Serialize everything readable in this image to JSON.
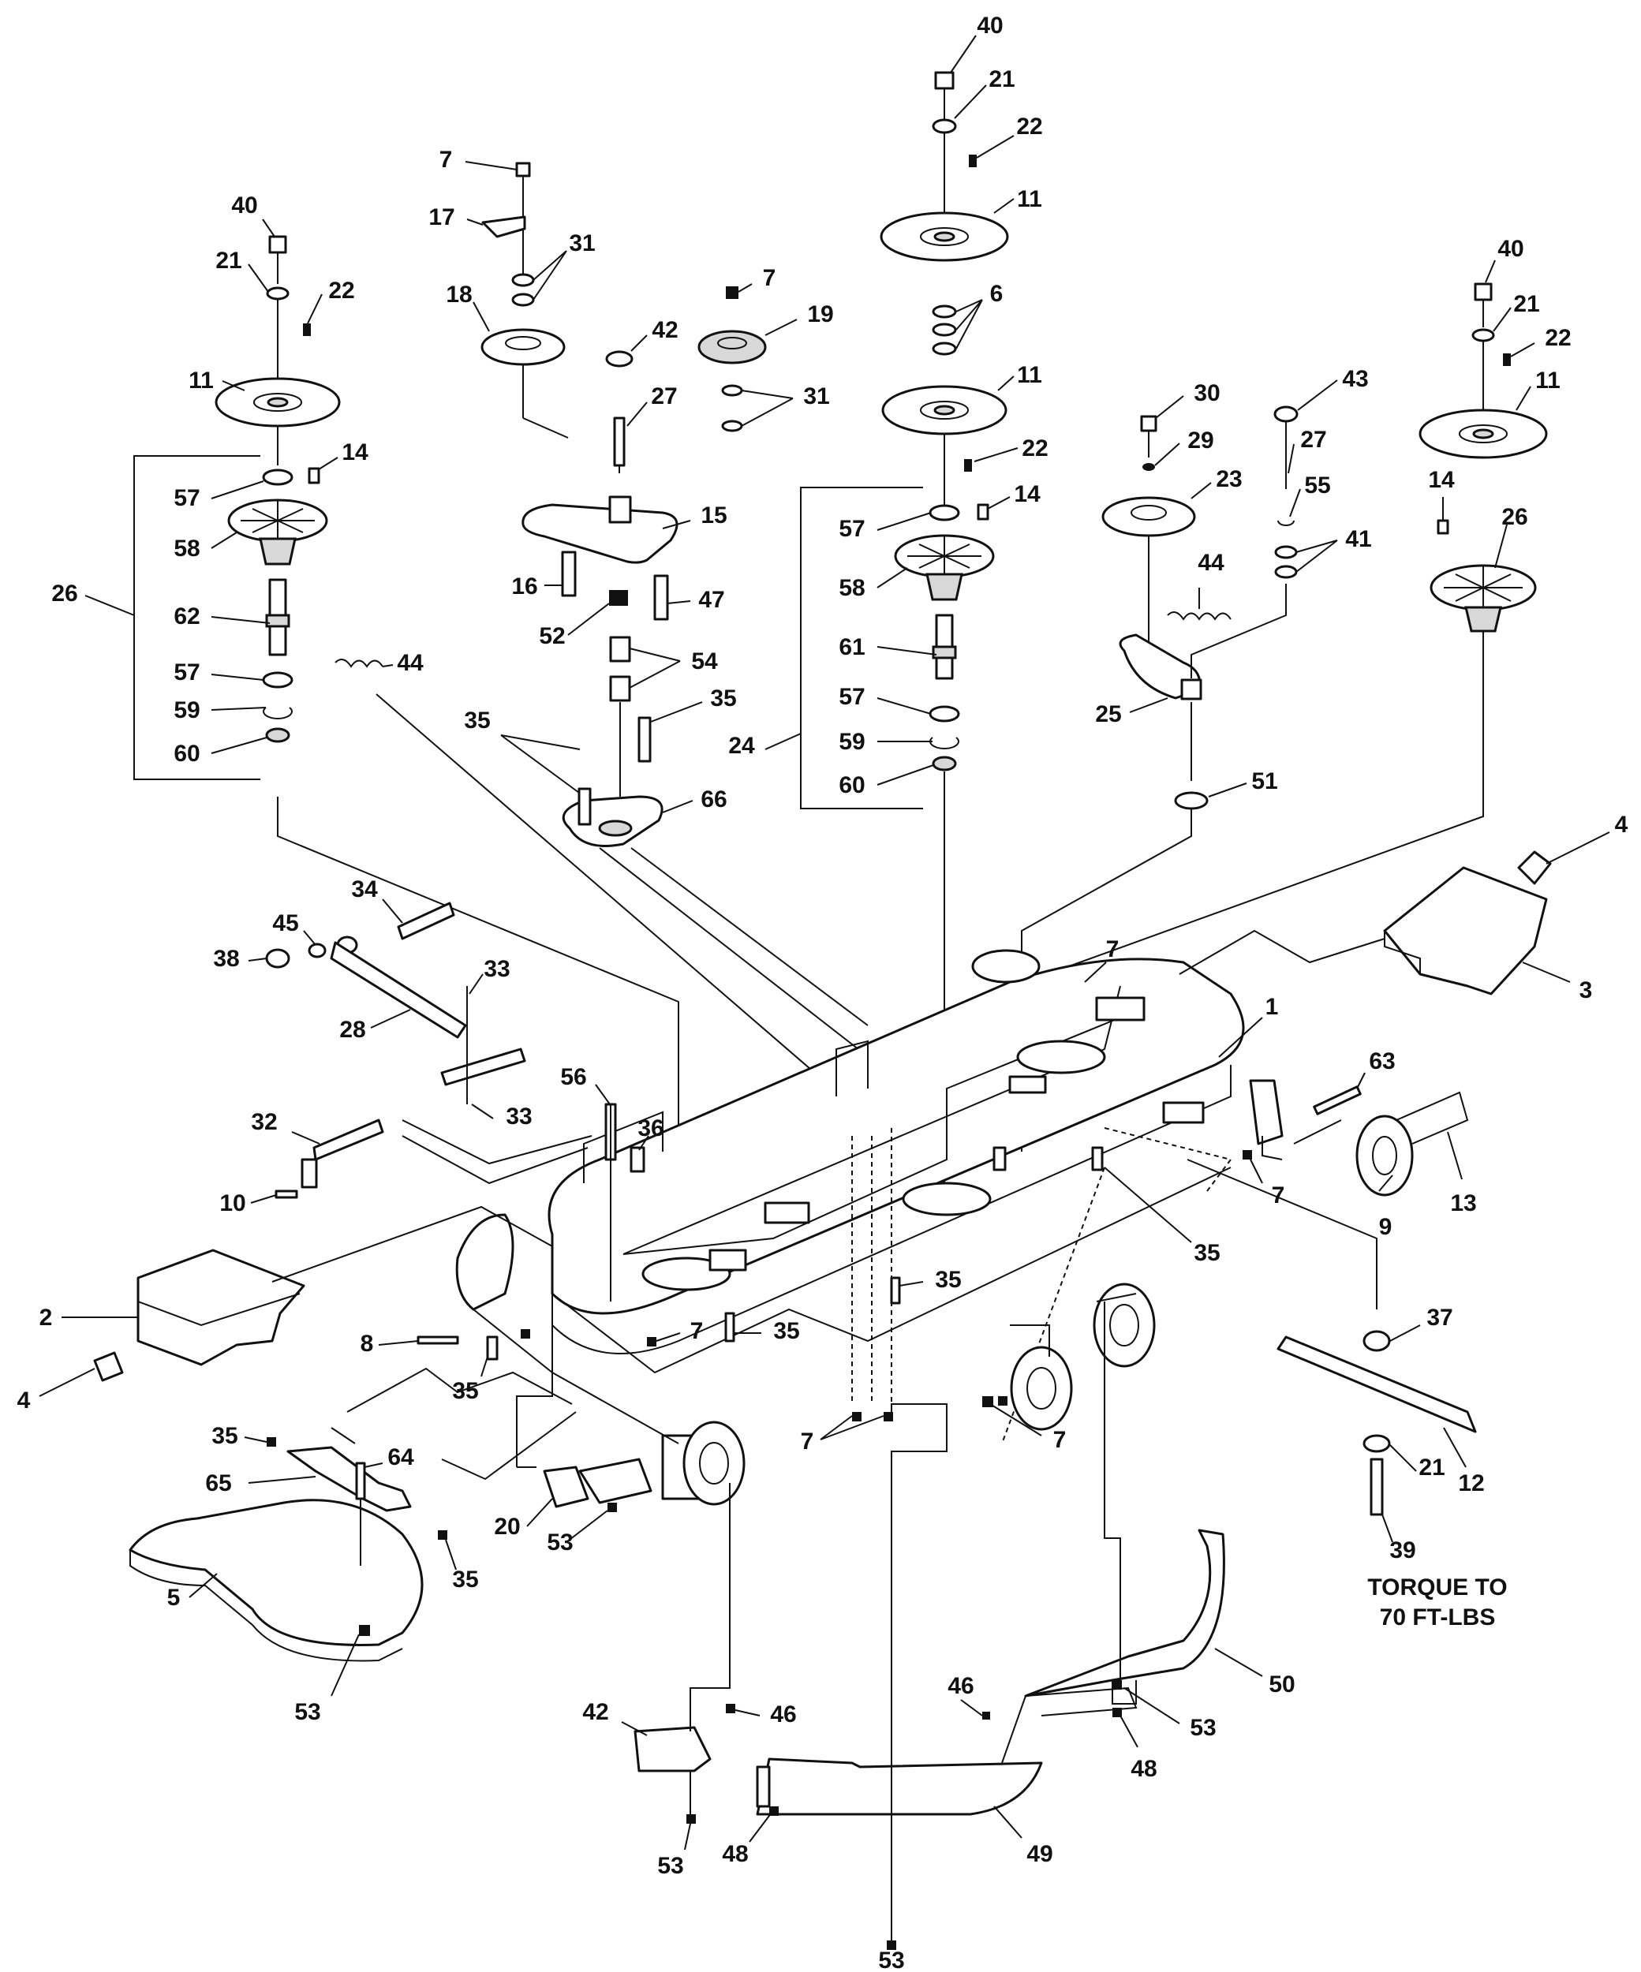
{
  "note": {
    "line1": "TORQUE TO",
    "line2": "70 FT-LBS"
  },
  "callouts": [
    {
      "id": "c40a",
      "text": "40"
    },
    {
      "id": "c21a",
      "text": "21"
    },
    {
      "id": "c22a",
      "text": "22"
    },
    {
      "id": "c11a",
      "text": "11"
    },
    {
      "id": "c6",
      "text": "6"
    },
    {
      "id": "c11b",
      "text": "11"
    },
    {
      "id": "c22b",
      "text": "22"
    },
    {
      "id": "c14a",
      "text": "14"
    },
    {
      "id": "c57a",
      "text": "57"
    },
    {
      "id": "c58a",
      "text": "58"
    },
    {
      "id": "c61",
      "text": "61"
    },
    {
      "id": "c57b",
      "text": "57"
    },
    {
      "id": "c59a",
      "text": "59"
    },
    {
      "id": "c60a",
      "text": "60"
    },
    {
      "id": "c24",
      "text": "24"
    },
    {
      "id": "c7a",
      "text": "7"
    },
    {
      "id": "c17",
      "text": "17"
    },
    {
      "id": "c31a",
      "text": "31"
    },
    {
      "id": "c18",
      "text": "18"
    },
    {
      "id": "c7b",
      "text": "7"
    },
    {
      "id": "c19",
      "text": "19"
    },
    {
      "id": "c42a",
      "text": "42"
    },
    {
      "id": "c31b",
      "text": "31"
    },
    {
      "id": "c27a",
      "text": "27"
    },
    {
      "id": "c15",
      "text": "15"
    },
    {
      "id": "c16",
      "text": "16"
    },
    {
      "id": "c47",
      "text": "47"
    },
    {
      "id": "c52",
      "text": "52"
    },
    {
      "id": "c54",
      "text": "54"
    },
    {
      "id": "c44a",
      "text": "44"
    },
    {
      "id": "c35a",
      "text": "35"
    },
    {
      "id": "c35b",
      "text": "35"
    },
    {
      "id": "c66",
      "text": "66"
    },
    {
      "id": "c40b",
      "text": "40"
    },
    {
      "id": "c21b",
      "text": "21"
    },
    {
      "id": "c22c",
      "text": "22"
    },
    {
      "id": "c11c",
      "text": "11"
    },
    {
      "id": "c57c",
      "text": "57"
    },
    {
      "id": "c14b",
      "text": "14"
    },
    {
      "id": "c58b",
      "text": "58"
    },
    {
      "id": "c26a",
      "text": "26"
    },
    {
      "id": "c62",
      "text": "62"
    },
    {
      "id": "c57d",
      "text": "57"
    },
    {
      "id": "c59b",
      "text": "59"
    },
    {
      "id": "c60b",
      "text": "60"
    },
    {
      "id": "c30",
      "text": "30"
    },
    {
      "id": "c29",
      "text": "29"
    },
    {
      "id": "c23",
      "text": "23"
    },
    {
      "id": "c43",
      "text": "43"
    },
    {
      "id": "c27b",
      "text": "27"
    },
    {
      "id": "c55",
      "text": "55"
    },
    {
      "id": "c41",
      "text": "41"
    },
    {
      "id": "c44b",
      "text": "44"
    },
    {
      "id": "c25",
      "text": "25"
    },
    {
      "id": "c51",
      "text": "51"
    },
    {
      "id": "c40c",
      "text": "40"
    },
    {
      "id": "c21c",
      "text": "21"
    },
    {
      "id": "c22d",
      "text": "22"
    },
    {
      "id": "c11d",
      "text": "11"
    },
    {
      "id": "c14c",
      "text": "14"
    },
    {
      "id": "c26b",
      "text": "26"
    },
    {
      "id": "c4a",
      "text": "4"
    },
    {
      "id": "c3",
      "text": "3"
    },
    {
      "id": "c7c",
      "text": "7"
    },
    {
      "id": "c1",
      "text": "1"
    },
    {
      "id": "c63",
      "text": "63"
    },
    {
      "id": "c7d",
      "text": "7"
    },
    {
      "id": "c9",
      "text": "9"
    },
    {
      "id": "c13",
      "text": "13"
    },
    {
      "id": "c35c",
      "text": "35"
    },
    {
      "id": "c34",
      "text": "34"
    },
    {
      "id": "c45",
      "text": "45"
    },
    {
      "id": "c38",
      "text": "38"
    },
    {
      "id": "c33a",
      "text": "33"
    },
    {
      "id": "c28",
      "text": "28"
    },
    {
      "id": "c33b",
      "text": "33"
    },
    {
      "id": "c56",
      "text": "56"
    },
    {
      "id": "c36",
      "text": "36"
    },
    {
      "id": "c32",
      "text": "32"
    },
    {
      "id": "c10",
      "text": "10"
    },
    {
      "id": "c2",
      "text": "2"
    },
    {
      "id": "c4b",
      "text": "4"
    },
    {
      "id": "c8",
      "text": "8"
    },
    {
      "id": "c7e",
      "text": "7"
    },
    {
      "id": "c35d",
      "text": "35"
    },
    {
      "id": "c35e",
      "text": "35"
    },
    {
      "id": "c35f",
      "text": "35"
    },
    {
      "id": "c7f",
      "text": "7"
    },
    {
      "id": "c7g",
      "text": "7"
    },
    {
      "id": "c37",
      "text": "37"
    },
    {
      "id": "c12",
      "text": "12"
    },
    {
      "id": "c21d",
      "text": "21"
    },
    {
      "id": "c39",
      "text": "39"
    },
    {
      "id": "c35g",
      "text": "35"
    },
    {
      "id": "c65",
      "text": "65"
    },
    {
      "id": "c64",
      "text": "64"
    },
    {
      "id": "c35h",
      "text": "35"
    },
    {
      "id": "c20",
      "text": "20"
    },
    {
      "id": "c53a",
      "text": "53"
    },
    {
      "id": "c5",
      "text": "5"
    },
    {
      "id": "c53b",
      "text": "53"
    },
    {
      "id": "c50",
      "text": "50"
    },
    {
      "id": "c46a",
      "text": "46"
    },
    {
      "id": "c53c",
      "text": "53"
    },
    {
      "id": "c48a",
      "text": "48"
    },
    {
      "id": "c42b",
      "text": "42"
    },
    {
      "id": "c46b",
      "text": "46"
    },
    {
      "id": "c49",
      "text": "49"
    },
    {
      "id": "c48b",
      "text": "48"
    },
    {
      "id": "c53d",
      "text": "53"
    },
    {
      "id": "c53e",
      "text": "53"
    }
  ]
}
